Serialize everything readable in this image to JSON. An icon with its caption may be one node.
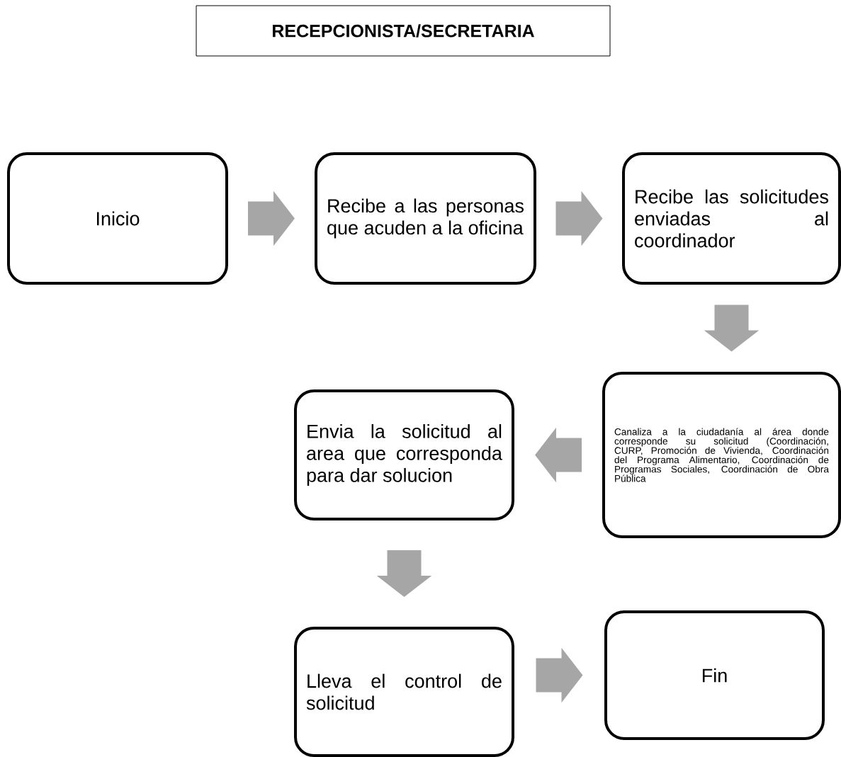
{
  "diagram": {
    "title": "RECEPCIONISTA/SECRETARIA",
    "nodes": [
      {
        "text": [
          "Inicio"
        ]
      },
      {
        "text": [
          "Recibe a las personas que acuden a la oficina"
        ]
      },
      {
        "text": [
          "Recibe las solicitudes enviadas al coordinador"
        ]
      },
      {
        "text": [
          "Canaliza a la ciudadanía al área donde corresponde su solicitud (Coordinación, CURP, Promoción de Vivienda, Coordinación del Programa Alimentario, Coordinación de Programas Sociales, Coordinación de Obra Pública"
        ]
      },
      {
        "text": [
          "Envia la solicitud al area que corresponda para dar solucion"
        ]
      },
      {
        "text": [
          "Lleva el control de solicitud"
        ]
      },
      {
        "text": [
          "Fin"
        ]
      }
    ],
    "edges": [
      {
        "from": 0,
        "to": 1,
        "arrow": "to"
      },
      {
        "from": 1,
        "to": 2,
        "arrow": "to"
      },
      {
        "from": 2,
        "to": 3,
        "arrow": "to"
      },
      {
        "from": 3,
        "to": 4,
        "arrow": "to"
      },
      {
        "from": 4,
        "to": 5,
        "arrow": "to"
      },
      {
        "from": 5,
        "to": 6,
        "arrow": "to"
      }
    ]
  }
}
